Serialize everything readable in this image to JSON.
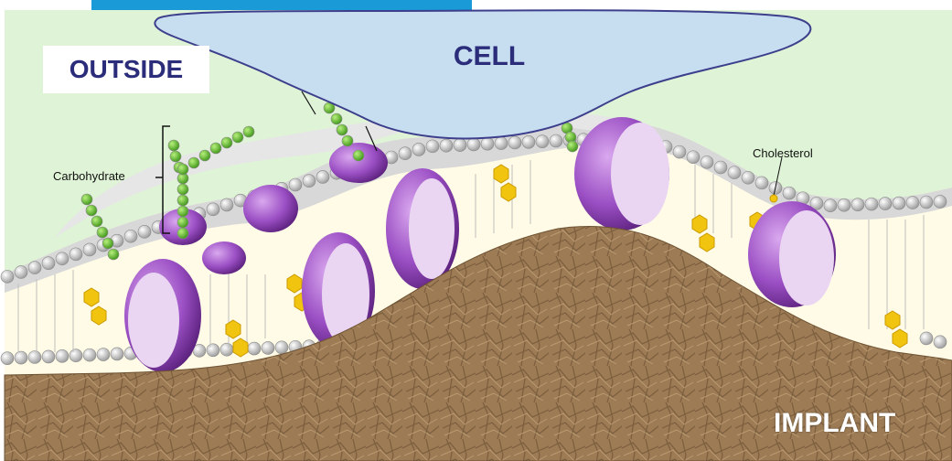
{
  "labels": {
    "outside": "OUTSIDE",
    "cell": "CELL",
    "implant": "IMPLANT",
    "carbohydrate": "Carbohydrate",
    "cholesterol": "Cholesterol"
  },
  "colors": {
    "top_bar": "#1a9ad6",
    "background": "#dff3d6",
    "cell": "#c7def1",
    "cell_outline": "#3d3f8c",
    "label_text": "#2b2c7a",
    "membrane_interior": "#fffbe6",
    "phospholipid_head": "#cfcfcf",
    "protein": "#9b4fc4",
    "protein_face": "#ead6f2",
    "carbohydrate": "#66c232",
    "cholesterol": "#f1c40f",
    "implant": "#9c7b55"
  }
}
